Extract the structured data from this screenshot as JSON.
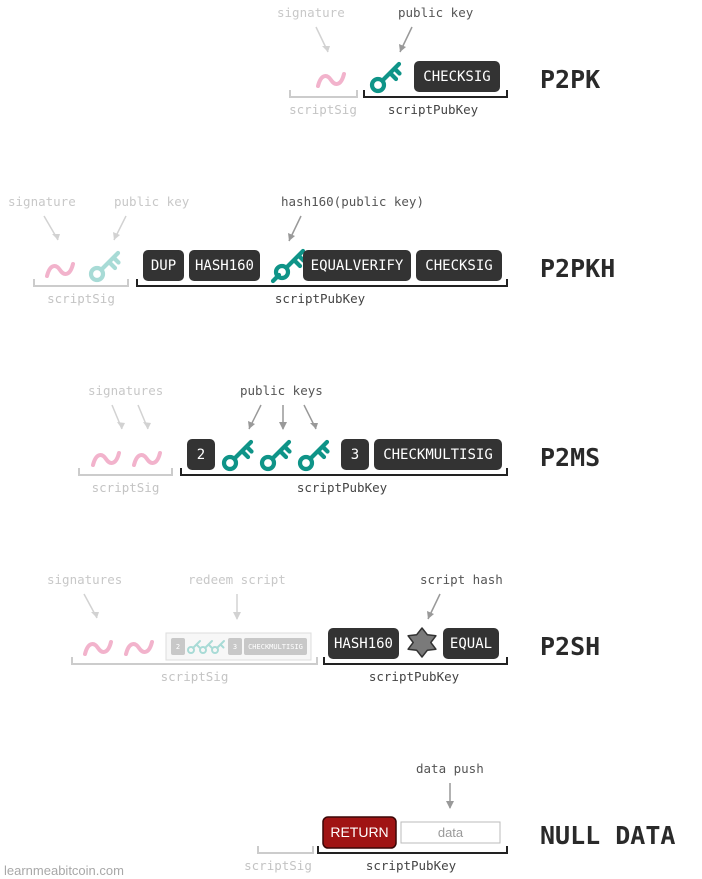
{
  "annotations": {
    "signature": "signature",
    "public_key": "public key",
    "hash160_public_key": "hash160(public key)",
    "signatures": "signatures",
    "public_keys": "public keys",
    "redeem_script": "redeem script",
    "script_hash": "script hash",
    "data_push": "data push"
  },
  "labels": {
    "scriptsig": "scriptSig",
    "scriptpubkey": "scriptPubKey"
  },
  "ops": {
    "checksig": "CHECKSIG",
    "dup": "DUP",
    "hash160": "HASH160",
    "equalverify": "EQUALVERIFY",
    "two": "2",
    "three": "3",
    "checkmultisig": "CHECKMULTISIG",
    "equal": "EQUAL",
    "return": "RETURN",
    "data": "data"
  },
  "titles": {
    "p2pk": "P2PK",
    "p2pkh": "P2PKH",
    "p2ms": "P2MS",
    "p2sh": "P2SH",
    "null_data": "NULL DATA"
  },
  "footer": "learnmeabitcoin.com",
  "colors": {
    "op_box": "#333333",
    "return_box": "#a01414",
    "key_teal": "#0f9488",
    "key_faint": "#a8dbd6",
    "sig_pink": "#f2b3cc",
    "hash_gray": "#7a7a7a",
    "bracket_dark": "#222222",
    "bracket_faint": "#cccccc"
  },
  "icons": [
    "signature-icon",
    "key-icon",
    "hash-icon",
    "arrow-icon"
  ]
}
